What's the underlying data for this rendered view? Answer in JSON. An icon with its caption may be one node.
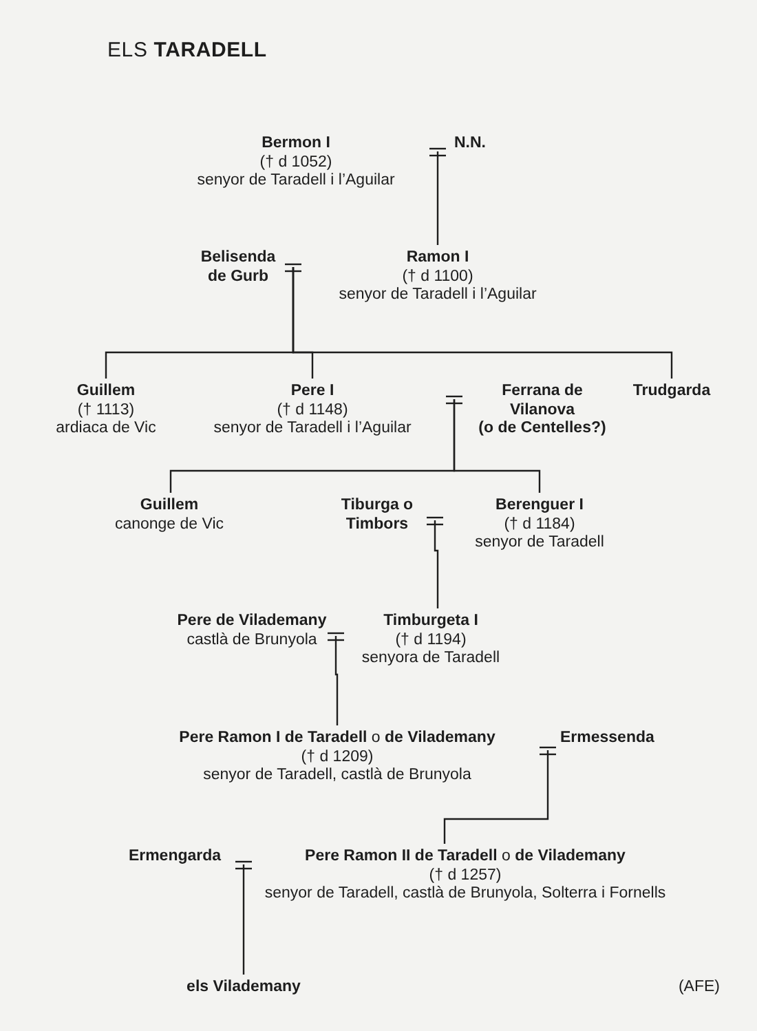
{
  "diagram": {
    "title": "ELS **TARADELL**",
    "nodes": [
      {
        "text": [
          "Bermon I",
          "(† d 1052)",
          "senyor de Taradell i l’Aguilar"
        ]
      },
      {
        "text": [],
        "shape": "bar"
      },
      {
        "text": [
          "N.N."
        ]
      },
      {
        "text": [
          "Belisenda de Gurb"
        ]
      },
      {
        "text": [],
        "shape": "bar"
      },
      {
        "text": [
          "Ramon I",
          "(† d 1100)",
          "senyor de Taradell i l’Aguilar"
        ]
      },
      {
        "text": [
          "Guillem",
          "(† 1113)",
          "ardiaca de Vic"
        ]
      },
      {
        "text": [
          "Pere I",
          "(† d 1148)",
          "senyor de Taradell i l’Aguilar"
        ]
      },
      {
        "text": [],
        "shape": "bar"
      },
      {
        "text": [
          "Ferrana de Vilanova",
          "(o de Centelles?)"
        ]
      },
      {
        "text": [
          "Trudgarda"
        ]
      },
      {
        "text": [
          "Guillem",
          "canonge de Vic"
        ]
      },
      {
        "text": [
          "Tiburga o Timbors"
        ]
      },
      {
        "text": [],
        "shape": "bar"
      },
      {
        "text": [
          "Berenguer I",
          "(† d 1184)",
          "senyor de Taradell"
        ]
      },
      {
        "text": [
          "Pere de Vilademany",
          "castlà de Brunyola"
        ]
      },
      {
        "text": [],
        "shape": "bar"
      },
      {
        "text": [
          "Timburgeta I",
          "(† d 1194)",
          "senyora de Taradell"
        ]
      },
      {
        "text": [
          "**Pere Ramon I de Taradell** o **de Vilademany**",
          "(† d 1209)",
          "senyor de Taradell, castlà de Brunyola"
        ]
      },
      {
        "text": [],
        "shape": "bar"
      },
      {
        "text": [
          "Ermessenda"
        ]
      },
      {
        "text": [
          "Ermengarda"
        ]
      },
      {
        "text": [],
        "shape": "bar"
      },
      {
        "text": [
          "**Pere Ramon II de Taradell** o **de Vilademany**",
          "(† d 1257)",
          "senyor de Taradell, castlà de Brunyola, Solterra i Fornells"
        ]
      },
      {
        "text": [
          "els Vilademany"
        ]
      }
    ],
    "edges": [
      {
        "from": 1,
        "to": 5,
        "arrow": "none"
      },
      {
        "from": 4,
        "to": 6,
        "arrow": "none"
      },
      {
        "from": 4,
        "to": 7,
        "arrow": "none"
      },
      {
        "from": 4,
        "to": 10,
        "arrow": "none"
      },
      {
        "from": 8,
        "to": 11,
        "arrow": "none"
      },
      {
        "from": 8,
        "to": 14,
        "arrow": "none"
      },
      {
        "from": 13,
        "to": 17,
        "arrow": "none"
      },
      {
        "from": 16,
        "to": 18,
        "arrow": "none"
      },
      {
        "from": 19,
        "to": 23,
        "arrow": "none"
      },
      {
        "from": 22,
        "to": 24,
        "arrow": "none"
      }
    ],
    "labels": [
      "(AFE)"
    ]
  }
}
